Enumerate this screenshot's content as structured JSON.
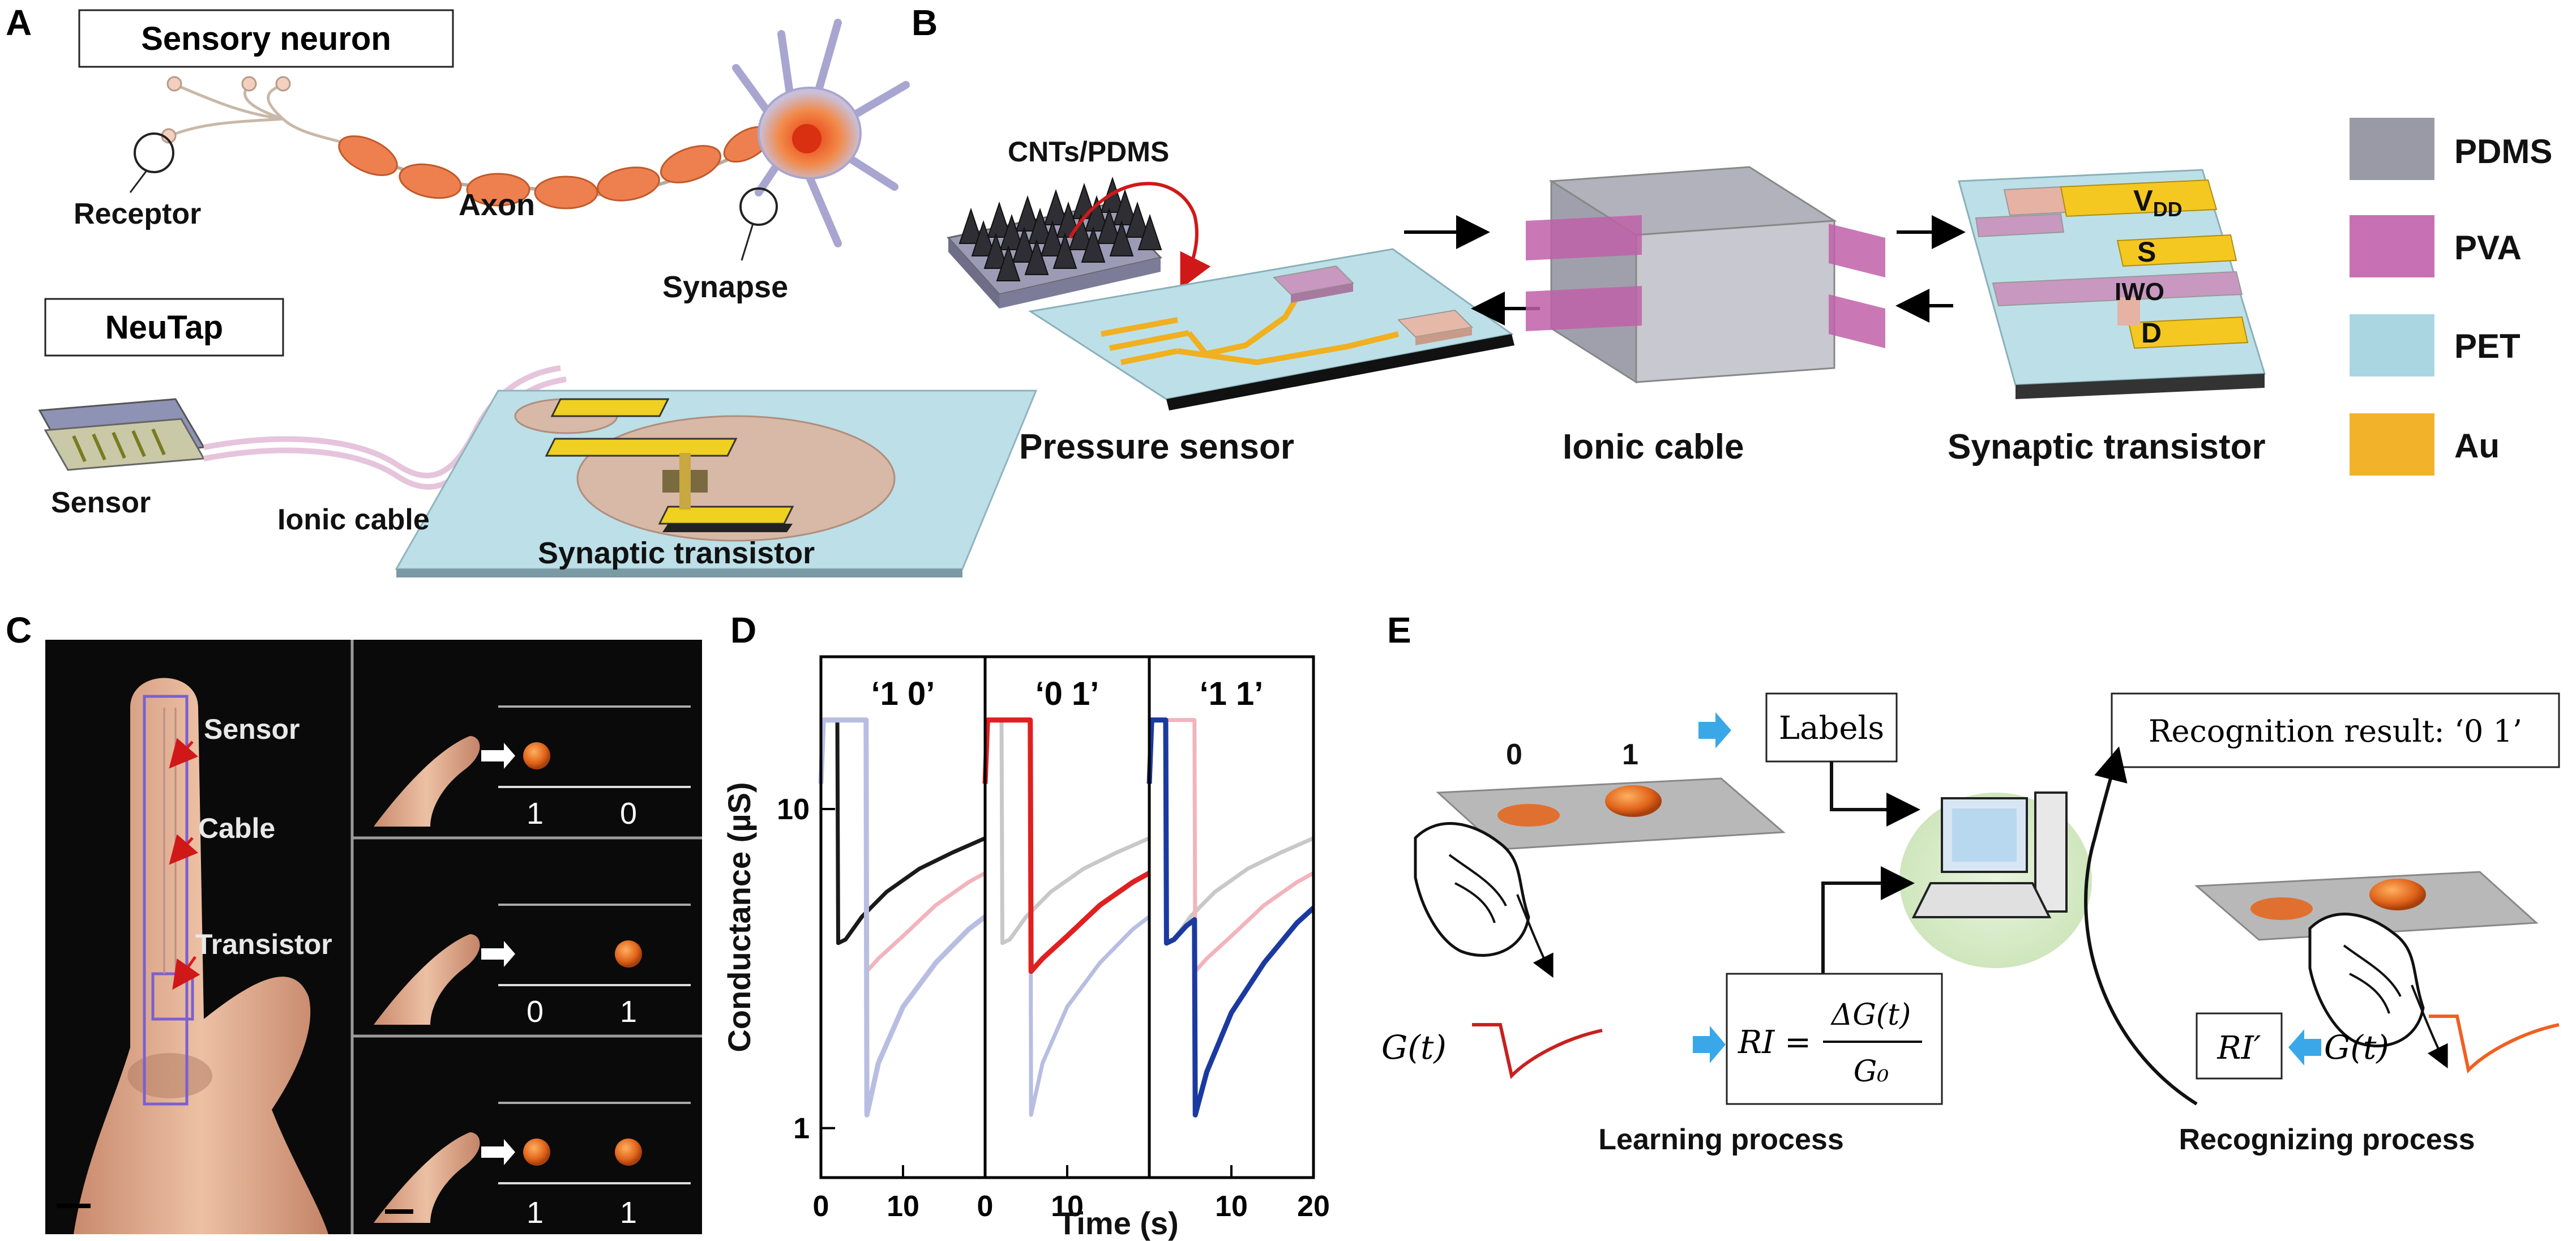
{
  "panels": {
    "a": "A",
    "b": "B",
    "c": "C",
    "d": "D",
    "e": "E"
  },
  "panel_a": {
    "sensory_neuron": "Sensory neuron",
    "receptor": "Receptor",
    "axon": "Axon",
    "synapse": "Synapse",
    "neutap": "NeuTap",
    "sensor": "Sensor",
    "ionic_cable": "Ionic cable",
    "synaptic_transistor": "Synaptic transistor"
  },
  "panel_b": {
    "cnts_pdms": "CNTs/PDMS",
    "pressure_sensor": "Pressure sensor",
    "ionic_cable": "Ionic cable",
    "synaptic_transistor": "Synaptic transistor",
    "vdd_base": "V",
    "vdd_sub": "DD",
    "s": "S",
    "iwo": "IWO",
    "d": "D",
    "legend": [
      {
        "label": "PDMS",
        "color": "#9a9aa6"
      },
      {
        "label": "PVA",
        "color": "#c870b4"
      },
      {
        "label": "PET",
        "color": "#aad6e2"
      },
      {
        "label": "Au",
        "color": "#f2b22a"
      }
    ]
  },
  "panel_c": {
    "sensor": "Sensor",
    "cable": "Cable",
    "transistor": "Transistor",
    "codes": [
      [
        "1",
        "0"
      ],
      [
        "0",
        "1"
      ],
      [
        "1",
        "1"
      ]
    ]
  },
  "panel_e": {
    "zero": "0",
    "one": "1",
    "labels": "Labels",
    "recognition_result": "Recognition result: ‘0 1’",
    "gt": "G(t)",
    "gt_right": "G(t)",
    "ri": "RI =",
    "ri_num": "ΔG(t)",
    "ri_den": "G₀",
    "ri_prime": "RI′",
    "learning": "Learning process",
    "recognizing": "Recognizing process"
  },
  "chart_data": {
    "type": "line",
    "ylabel": "Conductance (µS)",
    "xlabel": "Time (s)",
    "yscale": "log",
    "ylim": [
      0.7,
      30
    ],
    "y_ticks": [
      "1",
      "10"
    ],
    "subplots": [
      {
        "title": "‘1 0’",
        "xlim": [
          0,
          20
        ],
        "x_ticks": [
          "0",
          "10"
        ],
        "series": [
          {
            "color": "#1a1a1a",
            "x": [
              0,
              0.3,
              2.0,
              2.1,
              3,
              5,
              8,
              12,
              16,
              20
            ],
            "y": [
              12,
              19,
              19,
              3.8,
              3.9,
              4.6,
              5.5,
              6.5,
              7.3,
              8.1
            ]
          },
          {
            "color": "#f2b4bc",
            "x": [
              0,
              0.3,
              5.5,
              5.6,
              7,
              10,
              14,
              18,
              20
            ],
            "y": [
              12,
              19,
              19,
              3.1,
              3.4,
              4.0,
              5.0,
              5.9,
              6.3
            ]
          },
          {
            "color": "#b8bde2",
            "x": [
              0,
              0.3,
              5.5,
              5.6,
              7,
              10,
              14,
              18,
              20
            ],
            "y": [
              12,
              19,
              19,
              1.1,
              1.6,
              2.4,
              3.3,
              4.2,
              4.6
            ]
          }
        ]
      },
      {
        "title": "‘0 1’",
        "xlim": [
          0,
          20
        ],
        "x_ticks": [
          "0",
          "10"
        ],
        "series": [
          {
            "color": "#c8c8c8",
            "x": [
              0,
              0.3,
              2.0,
              2.1,
              3,
              5,
              8,
              12,
              16,
              20
            ],
            "y": [
              12,
              19,
              19,
              3.8,
              3.9,
              4.6,
              5.5,
              6.5,
              7.3,
              8.1
            ]
          },
          {
            "color": "#b8bde2",
            "x": [
              0,
              0.3,
              5.5,
              5.6,
              7,
              10,
              14,
              18,
              20
            ],
            "y": [
              12,
              19,
              19,
              1.1,
              1.6,
              2.4,
              3.3,
              4.2,
              4.6
            ]
          },
          {
            "color": "#e02020",
            "x": [
              0,
              0.3,
              5.5,
              5.6,
              7,
              10,
              14,
              18,
              20
            ],
            "y": [
              12,
              19,
              19,
              3.1,
              3.4,
              4.0,
              5.0,
              5.9,
              6.3
            ]
          }
        ]
      },
      {
        "title": "‘1 1’",
        "xlim": [
          0,
          20
        ],
        "x_ticks": [
          "10",
          "20"
        ],
        "series": [
          {
            "color": "#c8c8c8",
            "x": [
              0,
              0.3,
              2.0,
              2.1,
              3,
              5,
              8,
              12,
              16,
              20
            ],
            "y": [
              12,
              19,
              19,
              3.8,
              3.9,
              4.6,
              5.5,
              6.5,
              7.3,
              8.1
            ]
          },
          {
            "color": "#f2b4bc",
            "x": [
              0,
              0.3,
              5.5,
              5.6,
              7,
              10,
              14,
              18,
              20
            ],
            "y": [
              12,
              19,
              19,
              3.1,
              3.4,
              4.0,
              5.0,
              5.9,
              6.3
            ]
          },
          {
            "color": "#1a3aa0",
            "x": [
              0,
              0.3,
              2.0,
              2.1,
              3,
              4.5,
              5.5,
              5.6,
              7,
              10,
              14,
              18,
              20
            ],
            "y": [
              12,
              19,
              19,
              3.8,
              3.9,
              4.3,
              4.5,
              1.1,
              1.5,
              2.3,
              3.3,
              4.4,
              4.9
            ]
          }
        ]
      }
    ]
  }
}
